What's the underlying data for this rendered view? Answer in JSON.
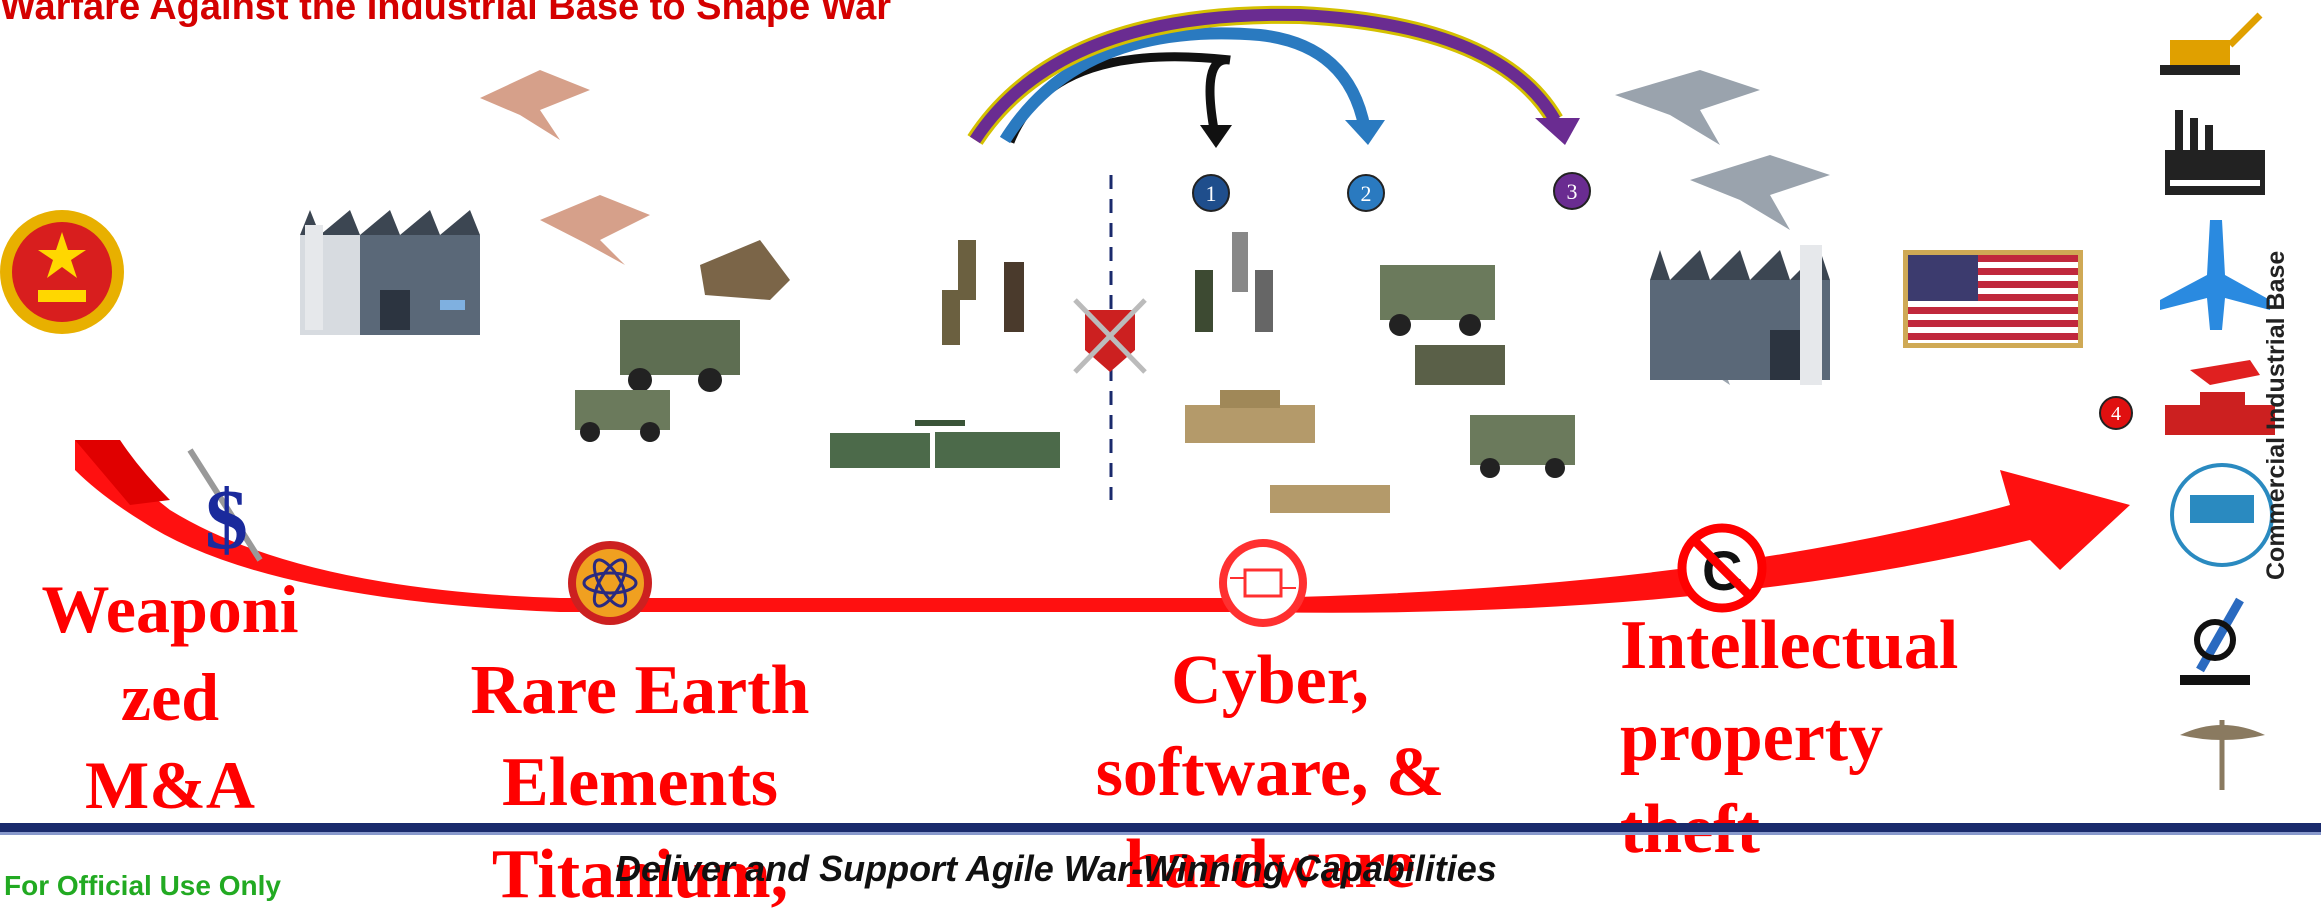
{
  "title": "Warfare Against the Industrial Base to Shape War",
  "labels": {
    "weaponized": "Weaponi\nzed\nM&A",
    "rare_earth": "Rare Earth\nElements\nTitanium,",
    "cyber": "Cyber,\nsoftware, &\nhardware",
    "ip_theft": "Intellectual\nproperty\ntheft"
  },
  "steps": [
    "1",
    "2",
    "3",
    "4"
  ],
  "side_label": "Commercial Industrial Base",
  "footer": {
    "classification": "For Official Use Only",
    "tagline": "Deliver and Support Agile War-Winning Capabilities"
  },
  "icons": {
    "china_emblem": "china-emblem-icon",
    "us_flag": "us-flag-icon",
    "dollar": "dollar-icon",
    "atom": "atom-icon",
    "cyber_chip": "cyber-chip-icon",
    "no_copyright": "no-copyright-icon"
  },
  "colors": {
    "accent_red": "#ff0000",
    "footer_blue": "#1a2a6c",
    "fouo_green": "#22aa22",
    "step1": "#1f4e8c",
    "step2": "#2a7ac0",
    "step3": "#6a2c91",
    "step4": "#e01010"
  }
}
